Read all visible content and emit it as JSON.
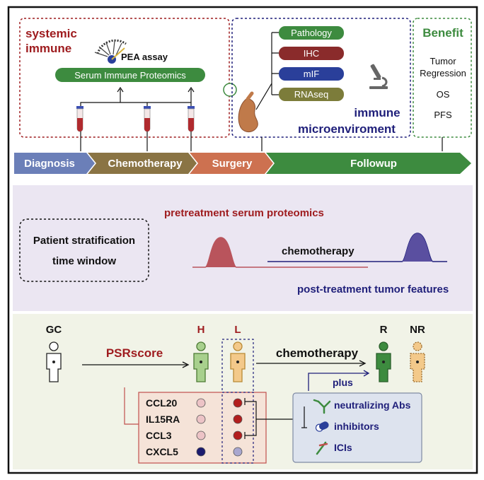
{
  "top_panel": {
    "systemic_title_line1": "systemic",
    "systemic_title_line2": "immune",
    "pea_label": "PEA assay",
    "serum_proteomics_label": "Serum Immune Proteomics",
    "methods": [
      "Pathology",
      "IHC",
      "mIF",
      "RNAseq"
    ],
    "microenv_line1": "immune",
    "microenv_line2": "microenviroment",
    "benefit_title": "Benefit",
    "benefit_items": [
      "Tumor",
      "Regression",
      "OS",
      "PFS"
    ],
    "timeline": [
      "Diagnosis",
      "Chemotherapy",
      "Surgery",
      "Followup"
    ]
  },
  "middle_panel": {
    "window_line1": "Patient stratification",
    "window_line2": "time window",
    "pretreatment_label": "pretreatment serum proteomics",
    "chemo_label": "chemotherapy",
    "post_label": "post-treatment tumor features"
  },
  "bottom_panel": {
    "gc_label": "GC",
    "psr_label": "PSRscore",
    "h_label": "H",
    "l_label": "L",
    "chemo_label": "chemotherapy",
    "plus_label": "plus",
    "r_label": "R",
    "nr_label": "NR",
    "proteins": [
      "CCL20",
      "IL15RA",
      "CCL3",
      "CXCL5"
    ],
    "treatments": [
      "neutralizing Abs",
      "inhibitors",
      "ICIs"
    ]
  },
  "colors": {
    "dark_red": "#9e1b1e",
    "navy": "#1f1f7a",
    "green": "#3d8b3f",
    "timeline_blue": "#6b7fb8",
    "timeline_brown": "#8a7444",
    "timeline_orange": "#cd7150",
    "timeline_green": "#3d8b3f",
    "middle_bg": "#ebe6f2",
    "bottom_bg": "#f1f3e7",
    "peak_red": "#b9545c",
    "peak_purple": "#5a4fa0",
    "method_pathology": "#3d8b3f",
    "method_ihc": "#8a2b2b",
    "method_mif": "#2a3f9a",
    "method_rnaseq": "#7c7c3a"
  },
  "icons": [
    "pea-gauge-icon",
    "blood-tube-icon",
    "stomach-icon",
    "microscope-icon",
    "person-icon",
    "antibody-icon",
    "pill-icon",
    "ici-icon"
  ]
}
